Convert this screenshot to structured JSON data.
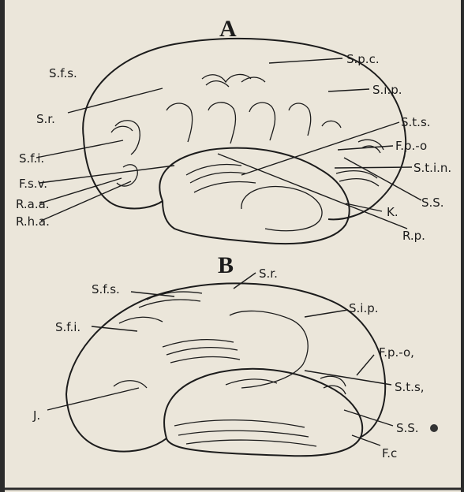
{
  "figure_a": {
    "letter": "A",
    "labels": {
      "spc": "S.p.c.",
      "sfs": "S.f.s.",
      "sip": "S.i.p.",
      "sr": "S.r.",
      "sts": "S.t.s.",
      "fpo": "F.p.-o",
      "sfi": "S.f.i.",
      "stin": "S.t.i.n.",
      "fsv": "F.s.v.",
      "raa": "R.a.a.",
      "rha": "R.h.a.",
      "ss": "S.S.",
      "k": "K.",
      "rp": "R.p."
    }
  },
  "figure_b": {
    "letter": "B",
    "labels": {
      "sr": "S.r.",
      "sfs": "S.f.s.",
      "sip": "S.i.p.",
      "sfi": "S.f.i.",
      "fpo": "F.p.-o,",
      "sts": "S.t.s,",
      "j": "J.",
      "ss": "S.S.",
      "fc": "F.c"
    }
  }
}
